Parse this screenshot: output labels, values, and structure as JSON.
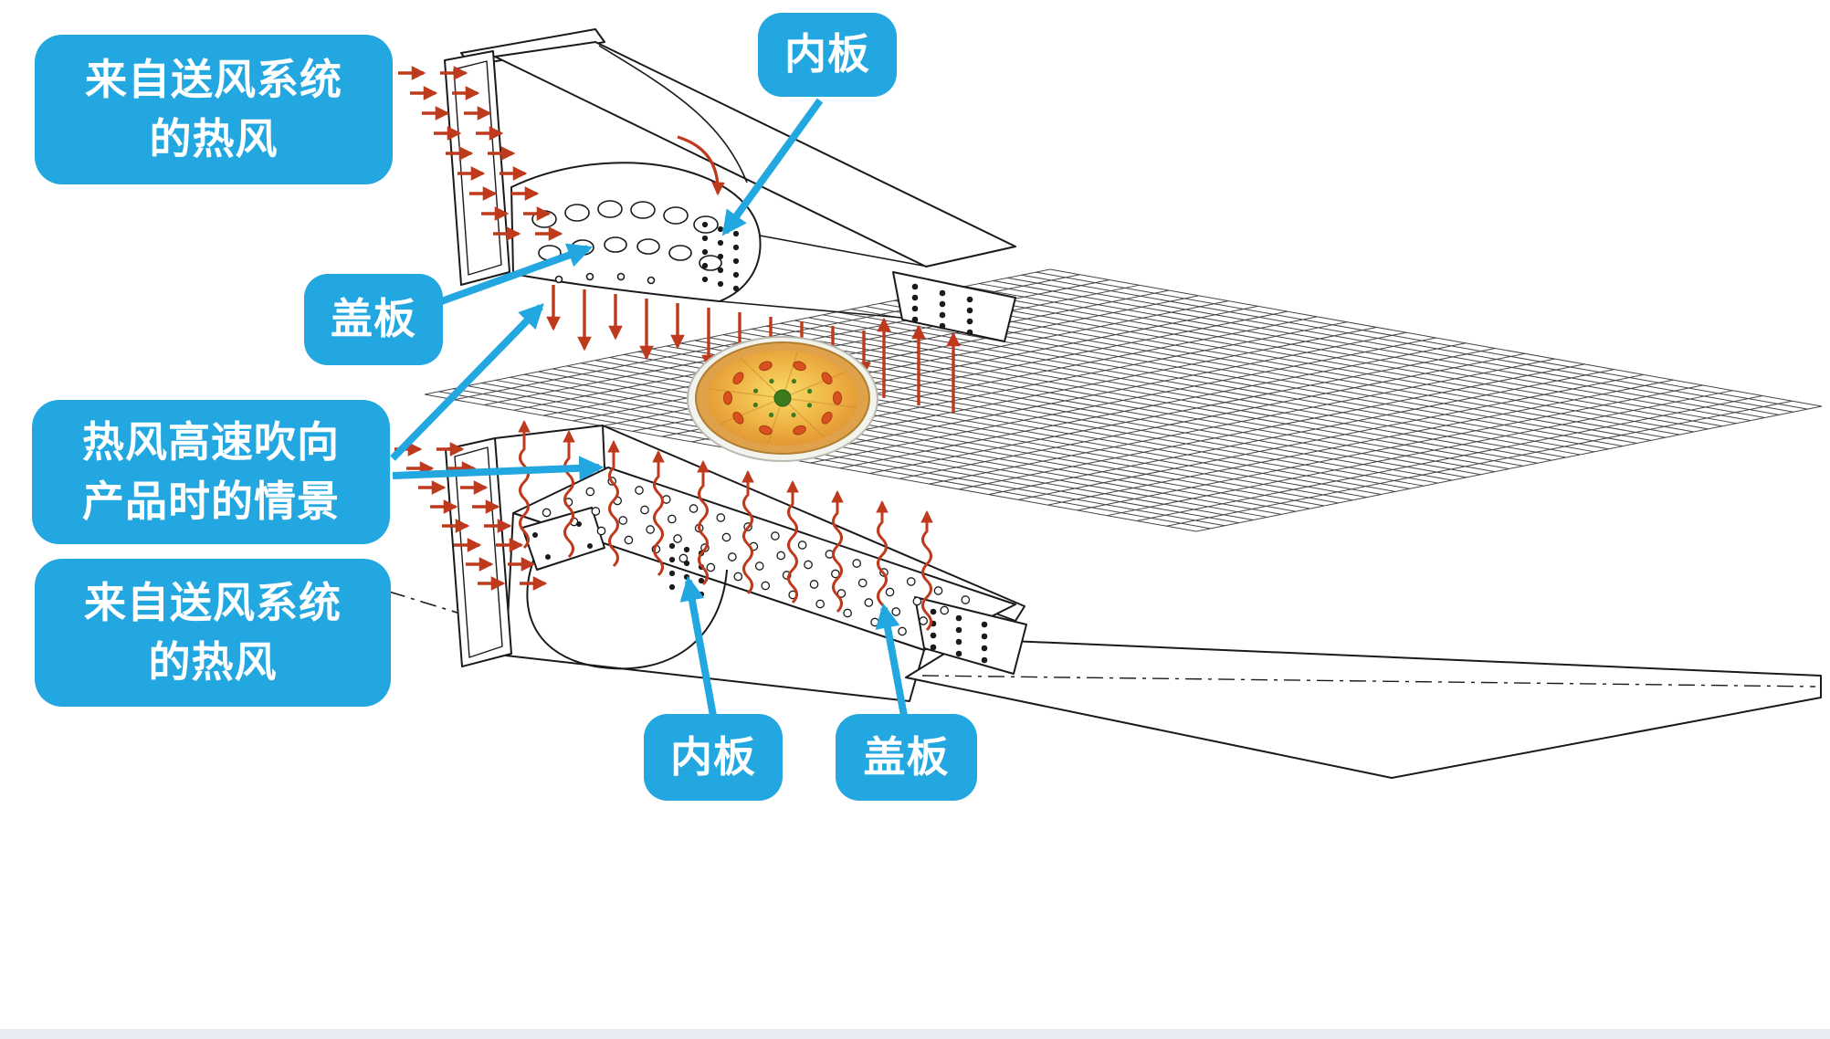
{
  "diagram": {
    "labels": {
      "supply_air_top": {
        "line1": "来自送风系统",
        "line2": "的热风"
      },
      "inner_plate_top": {
        "text": "内板"
      },
      "cover_plate_top": {
        "text": "盖板"
      },
      "jet_scene": {
        "line1": "热风高速吹向",
        "line2": "产品时的情景"
      },
      "supply_air_bottom": {
        "line1": "来自送风系统",
        "line2": "的热风"
      },
      "inner_plate_bottom": {
        "text": "内板"
      },
      "cover_plate_bottom": {
        "text": "盖板"
      }
    },
    "colors": {
      "label_background": "#23a7e0",
      "callout_arrow": "#23a7e0",
      "airflow_arrow": "#bf3a1d",
      "line_art": "#1a1a1a"
    }
  }
}
